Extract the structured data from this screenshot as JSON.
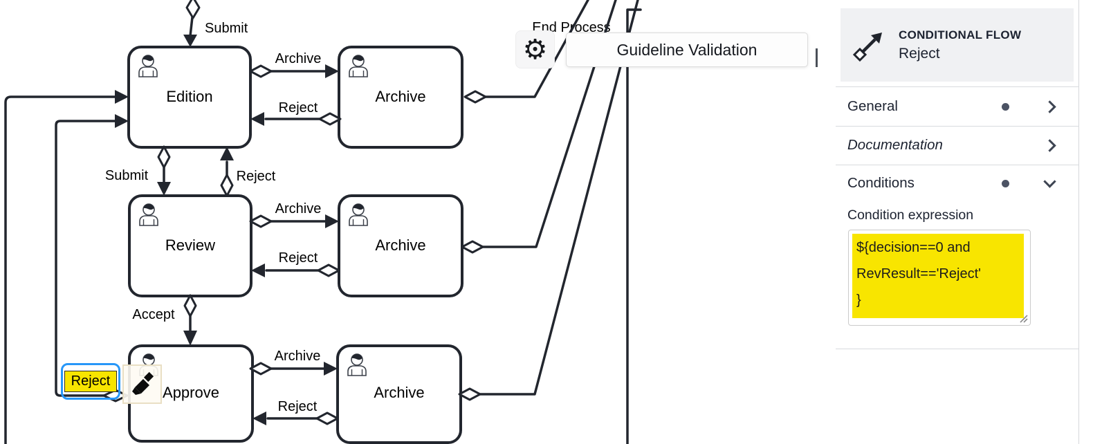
{
  "diagram": {
    "tasks": [
      {
        "id": "edition",
        "label": "Edition"
      },
      {
        "id": "archive-top",
        "label": "Archive"
      },
      {
        "id": "review",
        "label": "Review"
      },
      {
        "id": "archive-middle",
        "label": "Archive"
      },
      {
        "id": "approve",
        "label": "Approve"
      },
      {
        "id": "archive-bottom",
        "label": "Archive"
      }
    ],
    "flow_labels": {
      "submit_top": "Submit",
      "archive_top": "Archive",
      "reject_top": "Reject",
      "submit_mid": "Submit",
      "reject_mid": "Reject",
      "archive_mid": "Archive",
      "reject_mid2": "Reject",
      "accept": "Accept",
      "archive_bot": "Archive",
      "reject_bot": "Reject",
      "end_process": "End Process"
    },
    "selected_flow_label": "Reject",
    "tooltip": "Guideline Validation"
  },
  "panel": {
    "header": {
      "type_label": "CONDITIONAL FLOW",
      "element_name": "Reject"
    },
    "sections": [
      {
        "label": "General",
        "has_status_dot": true,
        "chevron": "right"
      },
      {
        "label": "Documentation",
        "has_status_dot": false,
        "chevron": "right"
      },
      {
        "label": "Conditions",
        "has_status_dot": true,
        "chevron": "down"
      }
    ],
    "condition": {
      "label": "Condition expression",
      "value": "${decision==0 and\nRevResult=='Reject'\n}"
    }
  },
  "colors": {
    "selection_blue": "#2797f8",
    "highlight_yellow": "#f8e500",
    "diagram_line": "#22262e",
    "panel_header_bg": "#f0f1f3"
  }
}
